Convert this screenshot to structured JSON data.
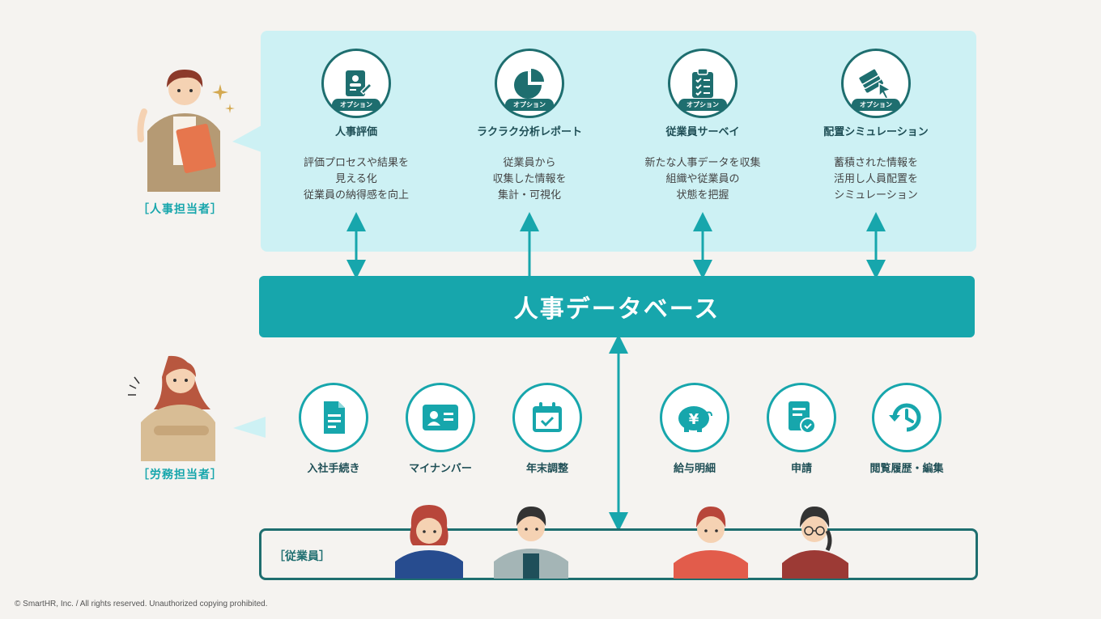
{
  "roles": {
    "hr": "［人事担当者］",
    "labor": "［労務担当者］",
    "employees": "［従業員］"
  },
  "options": [
    {
      "icon": "evaluation-sheet-icon",
      "badge": "オプション",
      "title": "人事評価",
      "desc": [
        "評価プロセスや結果を",
        "見える化",
        "従業員の納得感を向上"
      ]
    },
    {
      "icon": "pie-chart-icon",
      "badge": "オプション",
      "title": "ラクラク分析レポート",
      "desc": [
        "従業員から",
        "収集した情報を",
        "集計・可視化"
      ]
    },
    {
      "icon": "clipboard-checklist-icon",
      "badge": "オプション",
      "title": "従業員サーベイ",
      "desc": [
        "新たな人事データを収集",
        "組織や従業員の",
        "状態を把握"
      ]
    },
    {
      "icon": "stacked-cards-cursor-icon",
      "badge": "オプション",
      "title": "配置シミュレーション",
      "desc": [
        "蓄積された情報を",
        "活用し人員配置を",
        "シミュレーション"
      ]
    }
  ],
  "database_label": "人事データベース",
  "features": [
    {
      "icon": "document-icon",
      "label": "入社手続き"
    },
    {
      "icon": "id-card-icon",
      "label": "マイナンバー"
    },
    {
      "icon": "calendar-check-icon",
      "label": "年末調整"
    },
    {
      "icon": "piggy-bank-yen-icon",
      "label": "給与明細"
    },
    {
      "icon": "form-check-icon",
      "label": "申請"
    },
    {
      "icon": "history-clock-icon",
      "label": "閲覧履歴・編集"
    }
  ],
  "copyright": "© SmartHR, Inc. / All rights reserved. Unauthorized copying prohibited.",
  "colors": {
    "accent": "#17a6ac",
    "dark": "#1e6e6f",
    "panel": "#cdf1f4"
  }
}
